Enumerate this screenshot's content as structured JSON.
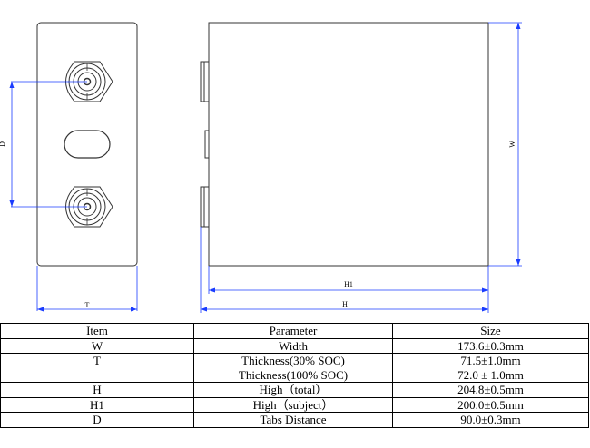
{
  "diagram": {
    "dimension_labels": {
      "d": "D",
      "t": "T",
      "w": "W",
      "h1": "H1",
      "h": "H"
    },
    "accent_color": "#1a3cff",
    "line_color": "#333333"
  },
  "table": {
    "headers": {
      "item": "Item",
      "parameter": "Parameter",
      "size": "Size"
    },
    "rows": [
      {
        "item": "W",
        "parameter": "Width",
        "size": "173.6±0.3mm"
      },
      {
        "item": "T",
        "parameter": "Thickness(30%  SOC)",
        "parameter2": "Thickness(100%  SOC)",
        "size": "71.5±1.0mm",
        "size2": "72.0 ± 1.0mm"
      },
      {
        "item": "H",
        "parameter": "High（total）",
        "size": "204.8±0.5mm"
      },
      {
        "item": "H1",
        "parameter": "High（subject）",
        "size": "200.0±0.5mm"
      },
      {
        "item": "D",
        "parameter": "Tabs Distance",
        "size": "90.0±0.3mm"
      }
    ]
  }
}
